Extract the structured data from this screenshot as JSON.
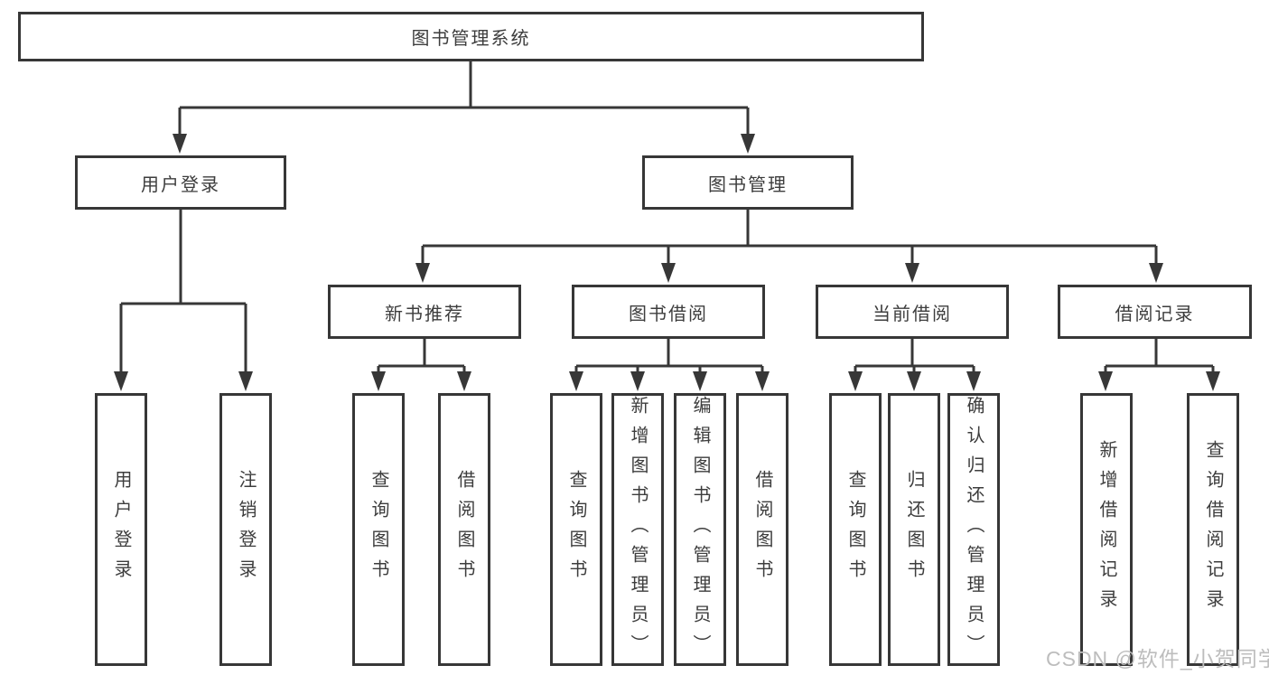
{
  "diagram_title": "图书管理系统",
  "tree": {
    "label": "图书管理系统",
    "children": [
      {
        "label": "用户登录",
        "children": [
          {
            "label": "用户登录"
          },
          {
            "label": "注销登录"
          }
        ]
      },
      {
        "label": "图书管理",
        "children": [
          {
            "label": "新书推荐",
            "children": [
              {
                "label": "查询图书"
              },
              {
                "label": "借阅图书"
              }
            ]
          },
          {
            "label": "图书借阅",
            "children": [
              {
                "label": "查询图书"
              },
              {
                "label": "新增图书（管理员）"
              },
              {
                "label": "编辑图书（管理员）"
              },
              {
                "label": "借阅图书"
              }
            ]
          },
          {
            "label": "当前借阅",
            "children": [
              {
                "label": "查询图书"
              },
              {
                "label": "归还图书"
              },
              {
                "label": "确认归还（管理员）"
              }
            ]
          },
          {
            "label": "借阅记录",
            "children": [
              {
                "label": "新增借阅记录"
              },
              {
                "label": "查询借阅记录"
              }
            ]
          }
        ]
      }
    ]
  },
  "watermark": {
    "text": "CSDN @软件_小贺同学"
  },
  "colors": {
    "line": "#373737",
    "box_border": "#373737",
    "box_fill": "#ffffff",
    "text": "#3d3d3d",
    "watermark": "#bdbdbd",
    "background": "#ffffff"
  }
}
